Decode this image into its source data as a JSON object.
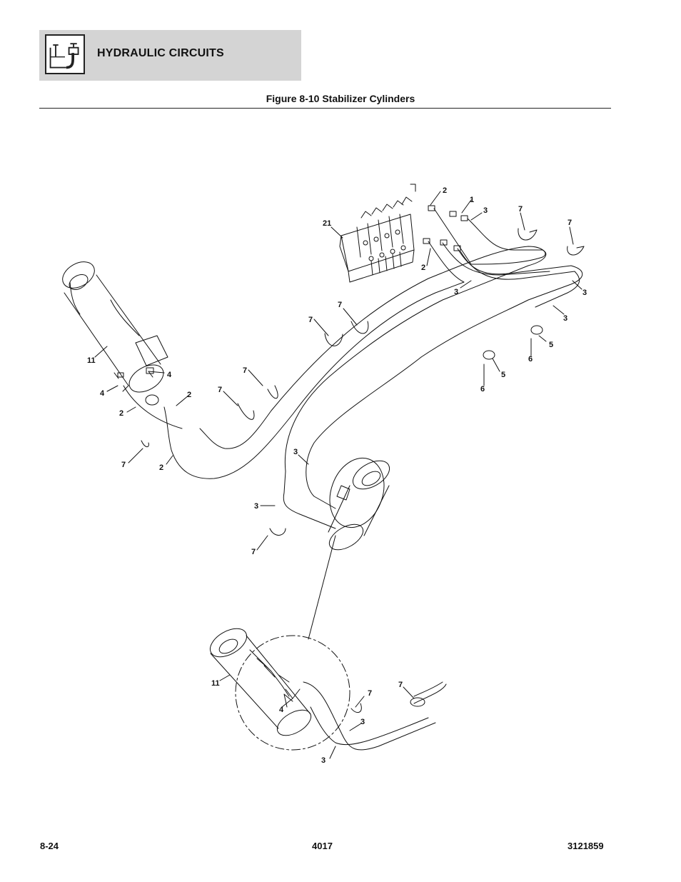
{
  "header": {
    "section_title": "HYDRAULIC CIRCUITS",
    "icon": "hydraulic-circuits-icon"
  },
  "figure": {
    "title": "Figure 8-10 Stabilizer Cylinders"
  },
  "callouts": [
    "2",
    "1",
    "3",
    "7",
    "7",
    "21",
    "2",
    "3",
    "3",
    "3",
    "7",
    "7",
    "5",
    "6",
    "5",
    "6",
    "11",
    "4",
    "4",
    "2",
    "2",
    "7",
    "7",
    "7",
    "2",
    "3",
    "3",
    "7",
    "11",
    "4",
    "7",
    "7",
    "3",
    "3"
  ],
  "footer": {
    "page_number": "8-24",
    "model": "4017",
    "document_number": "3121859"
  }
}
